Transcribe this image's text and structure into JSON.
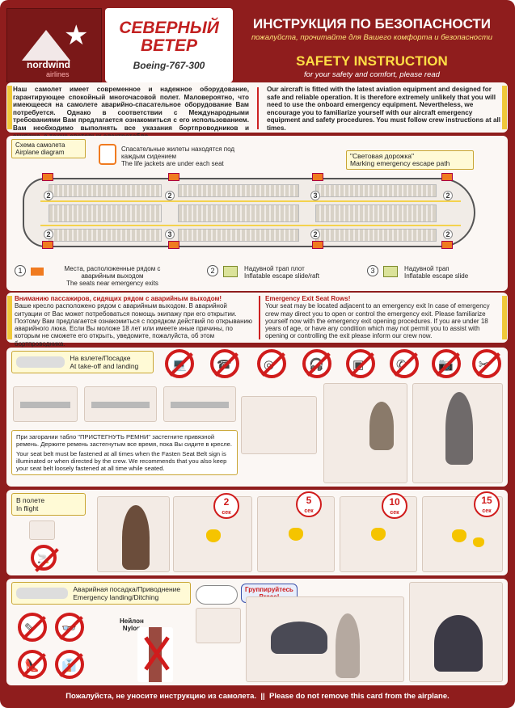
{
  "header": {
    "logo_name": "nordwind",
    "logo_sub": "airlines",
    "airline_ru_line1": "СЕВЕРНЫЙ",
    "airline_ru_line2": "ВЕТЕР",
    "aircraft": "Boeing-767-300",
    "title_ru": "ИНСТРУКЦИЯ ПО БЕЗОПАСНОСТИ",
    "subtitle_ru": "пожалуйста, прочитайте для Вашего комфорта и безопасности",
    "title_en": "SAFETY INSTRUCTION",
    "subtitle_en": "for your safety and comfort, please read"
  },
  "intro": {
    "ru": "Наш самолет имеет современное и надежное оборудование, гарантирующее спокойный многочасовой полет. Маловероятно, что имеющееся на самолете аварийно-спасательное оборудование Вам потребуется. Однако в соответствии с Международными требованиями Вам предлагается ознакомиться с его использованием. Вам необходимо выполнять все указания бортпроводников и экипажа, а также световых электротабло.",
    "en": "Our aircraft is fitted with the latest aviation equipment and designed for safe and reliable operation. It is therefore extremely unlikely that you will need to use the onboard emergency equipment. Nevertheless, we encourage you to familiarize yourself with our aircraft emergency equipment and safety procedures. You must follow crew instructions at all times."
  },
  "diagram": {
    "label_ru": "Схема самолета",
    "label_en": "Airplane diagram",
    "lifejacket_ru": "Спасательные жилеты находятся под каждым сидением",
    "lifejacket_en": "The life jackets are under each seat",
    "path_ru": "\"Световая дорожка\"",
    "path_en": "Marking emergency escape path",
    "exit_numbers": [
      "2",
      "2",
      "3",
      "2",
      "2",
      "3",
      "2",
      "2"
    ],
    "legend": [
      {
        "num": "1",
        "ru": "Места, расположенные рядом с аварийным выходом",
        "en": "The seats near emergency exits"
      },
      {
        "num": "2",
        "ru": "Надувной трап плот",
        "en": "Inflatable escape slide/raft"
      },
      {
        "num": "3",
        "ru": "Надувной трап",
        "en": "Inflatable escape slide"
      }
    ]
  },
  "exit_seats": {
    "head_ru": "Вниманию пассажиров, сидящих рядом с аварийным выходом!",
    "body_ru": "Ваше кресло расположено рядом с аварийным выходом. В аварийной ситуации от Вас может потребоваться помощь экипажу при его открытии. Поэтому Вам предлагается ознакомиться с порядком действий по открыванию аварийного люка. Если Вы моложе 18 лет или имеете иные причины, по которым не сможете его открыть, уведомите, пожалуйста, об этом бортпроводника.",
    "head_en": "Emergency Exit Seat Rows!",
    "body_en": "Your seat may be located adjacent to an emergency exit In case of emergency crew may direct you to open or control the emergency exit. Please familiarize yourself now with the emergency exit opening procedures. If you are under 18 years of age, or have any condition which may not permit you to assist with opening or controlling the exit please inform our crew now."
  },
  "takeoff": {
    "label_ru": "На взлете/Посадке",
    "label_en": "At take-off and landing",
    "prohibited_icons": [
      "laptop-icon",
      "phone-icon",
      "cd-player-icon",
      "headphones-icon",
      "game-icon",
      "mobile-icon",
      "camera-icon",
      "shaver-icon"
    ],
    "belt_ru": "При загорании табло \"ПРИСТЕГНУТЬ РЕМНИ\" застегните привязной ремень. Держите ремень застегнутым все время, пока Вы сидите в кресле.",
    "belt_en": "Your seat belt must be fastened at all times when the Fasten Seat Belt sign is illuminated or when directed by the crew. We recommends that you also keep your seat belt loosely fastened at all time while seated."
  },
  "inflight": {
    "label_ru": "В полете",
    "label_en": "In flight",
    "timers": [
      {
        "value": "2",
        "unit": "сек"
      },
      {
        "value": "5",
        "unit": "сек"
      },
      {
        "value": "10",
        "unit": "сек"
      },
      {
        "value": "15",
        "unit": "сек"
      }
    ]
  },
  "landing": {
    "label_ru": "Аварийная посадка/Приводнение",
    "label_en": "Emergency landing/Ditching",
    "brace_ru": "Группируйтесь",
    "brace_en": "Brace!",
    "nylon_ru": "Нейлон",
    "nylon_en": "Nylon"
  },
  "footer": {
    "ru": "Пожалуйста, не уносите инструкцию из самолета.",
    "sep": "||",
    "en": "Please do not remove this card from the airplane."
  },
  "colors": {
    "background": "#8f1d1d",
    "panel": "#fbf7f4",
    "accent_red": "#c22020",
    "accent_yellow": "#ffde45"
  }
}
